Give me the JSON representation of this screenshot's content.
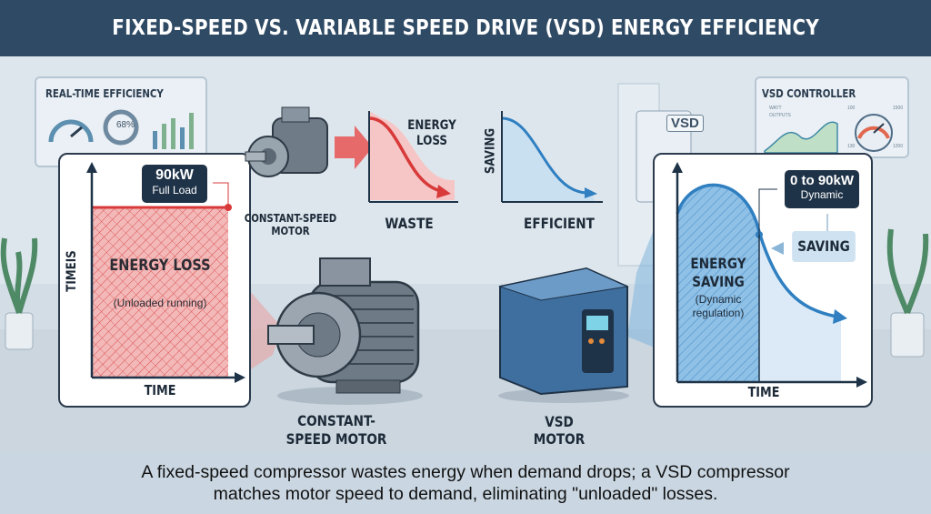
{
  "header": {
    "title": "FIXED-SPEED VS. VARIABLE SPEED DRIVE (VSD) ENERGY EFFICIENCY"
  },
  "background": {
    "left_panel": {
      "title": "REAL-TIME EFFICIENCY",
      "gauge_value": "68%"
    },
    "right_panel": {
      "title": "VSD CONTROLLER",
      "legend": [
        "WATT",
        "OUTPUTS"
      ],
      "gauge_labels": [
        "100",
        "1500",
        "130",
        "1200"
      ]
    },
    "vsd_display": "VSD"
  },
  "left_chart": {
    "y_label": "TIMEIS",
    "x_label": "TIME",
    "callout_value": "90kW",
    "callout_sub": "Full Load",
    "area_title": "ENERGY LOSS",
    "area_sub": "(Unloaded running)",
    "color": "#d83a3a"
  },
  "mini_motor": {
    "label": "CONSTANT-SPEED MOTOR"
  },
  "waste_chart": {
    "title": "ENERGY LOSS",
    "x_label": "WASTE"
  },
  "efficient_chart": {
    "y_label": "SAVING",
    "x_label": "EFFICIENT"
  },
  "main_motor": {
    "label": "CONSTANT-SPEED MOTOR"
  },
  "vsd_motor": {
    "label": "VSD MOTOR"
  },
  "right_chart": {
    "x_label": "TIME",
    "callout_value": "0 to 90kW",
    "callout_sub": "Dynamic",
    "saving_tag": "SAVING",
    "area_title": "ENERGY SAVING",
    "area_sub": "(Dynamic regulation)",
    "color": "#2f7fc1"
  },
  "footer": {
    "caption": "A fixed-speed compressor wastes energy when demand drops; a VSD compressor matches motor speed to demand, eliminating \"unloaded\" losses."
  }
}
